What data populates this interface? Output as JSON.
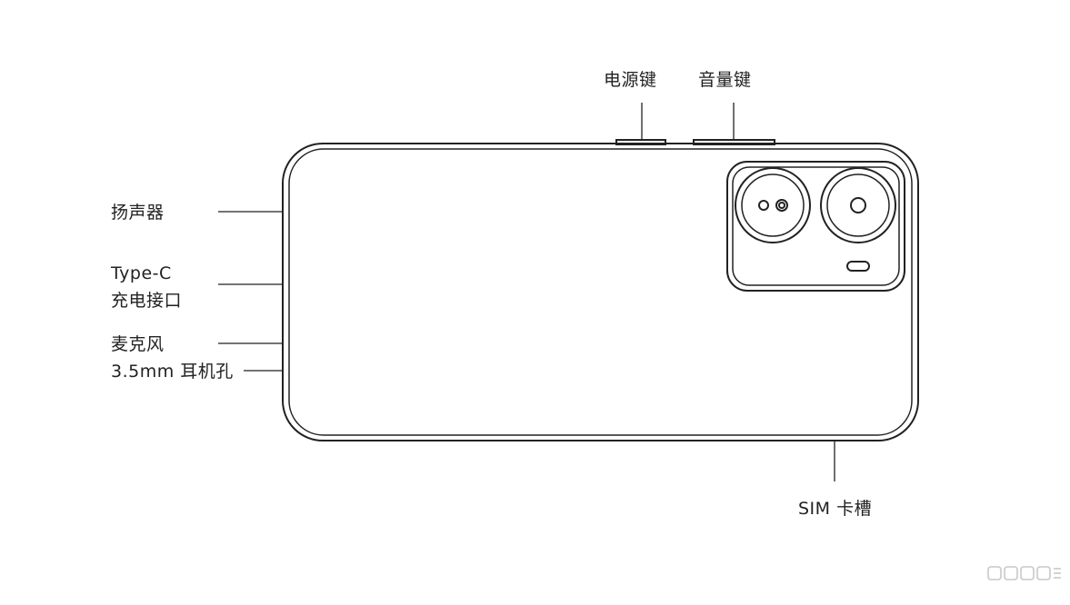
{
  "callouts": {
    "power_key": "电源键",
    "volume_key": "音量键",
    "speaker": "扬声器",
    "typec_line1": "Type-C",
    "typec_line2": "充电接口",
    "microphone": "麦克风",
    "headphone_jack": "3.5mm 耳机孔",
    "sim_tray": "SIM 卡槽"
  },
  "colors": {
    "outline": "#222222",
    "text": "#222222",
    "watermark": "#c8c8c8"
  }
}
